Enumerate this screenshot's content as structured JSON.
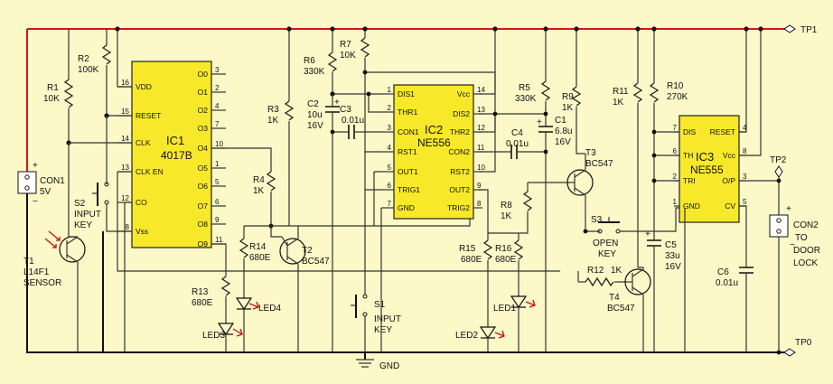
{
  "colors": {
    "background": "#fdf8c8",
    "ic_fill": "#f7e829",
    "vcc_rail": "#d01818",
    "wire": "#333333"
  },
  "ic1": {
    "name": "IC1",
    "part": "4017B",
    "left_pins": [
      [
        "16",
        "VDD"
      ],
      [
        "15",
        "RESET"
      ],
      [
        "14",
        "CLK"
      ],
      [
        "13",
        "CLK EN"
      ],
      [
        "12",
        "CO"
      ],
      [
        "8",
        "Vss"
      ]
    ],
    "right_pins": [
      [
        "3",
        "O0"
      ],
      [
        "2",
        "O1"
      ],
      [
        "4",
        "O2"
      ],
      [
        "7",
        "O3"
      ],
      [
        "10",
        "O4"
      ],
      [
        "1",
        "O5"
      ],
      [
        "5",
        "O6"
      ],
      [
        "6",
        "O7"
      ],
      [
        "9",
        "O8"
      ],
      [
        "11",
        "O9"
      ]
    ]
  },
  "ic2": {
    "name": "IC2",
    "part": "NE556",
    "left_pins": [
      [
        "1",
        "DIS1"
      ],
      [
        "2",
        "THR1"
      ],
      [
        "3",
        "CON1"
      ],
      [
        "4",
        "RST1"
      ],
      [
        "5",
        "OUT1"
      ],
      [
        "6",
        "TRIG1"
      ],
      [
        "7",
        "GND"
      ]
    ],
    "right_pins": [
      [
        "14",
        "Vcc"
      ],
      [
        "13",
        "DIS2"
      ],
      [
        "12",
        "THR2"
      ],
      [
        "11",
        "CON2"
      ],
      [
        "10",
        "RST2"
      ],
      [
        "9",
        "OUT2"
      ],
      [
        "8",
        "TRIG2"
      ]
    ]
  },
  "ic3": {
    "name": "IC3",
    "part": "NE555",
    "left_pins": [
      [
        "7",
        "DIS"
      ],
      [
        "6",
        "TH"
      ],
      [
        "2",
        "TRI"
      ],
      [
        "1",
        "GND"
      ]
    ],
    "right_pins": [
      [
        "4",
        "RESET"
      ],
      [
        "8",
        "Vcc"
      ],
      [
        "3",
        "O/P"
      ],
      [
        "5",
        "CV"
      ]
    ]
  },
  "resistors": {
    "r1": [
      "R1",
      "10K"
    ],
    "r2": [
      "R2",
      "100K"
    ],
    "r3": [
      "R3",
      "1K"
    ],
    "r4": [
      "R4",
      "1K"
    ],
    "r5": [
      "R5",
      "330K"
    ],
    "r6": [
      "R6",
      "330K"
    ],
    "r7": [
      "R7",
      "10K"
    ],
    "r8": [
      "R8",
      "1K"
    ],
    "r9": [
      "R9",
      "1K"
    ],
    "r10": [
      "R10",
      "270K"
    ],
    "r11": [
      "R11",
      "1K"
    ],
    "r12": [
      "R12",
      "1K"
    ],
    "r13": [
      "R13",
      "680E"
    ],
    "r14": [
      "R14",
      "680E"
    ],
    "r15": [
      "R15",
      "680E"
    ],
    "r16": [
      "R16",
      "680E"
    ]
  },
  "capacitors": {
    "c1": [
      "C1",
      "6.8u",
      "16V"
    ],
    "c2": [
      "C2",
      "10u",
      "16V"
    ],
    "c3": [
      "C3",
      "0.01u"
    ],
    "c4": [
      "C4",
      "0.01u"
    ],
    "c5": [
      "C5",
      "33u",
      "16V"
    ],
    "c6": [
      "C6",
      "0.01u"
    ]
  },
  "transistors": {
    "t1": [
      "T1",
      "L14F1",
      "SENSOR"
    ],
    "t2": [
      "T2",
      "BC547"
    ],
    "t3": [
      "T3",
      "BC547"
    ],
    "t4": [
      "T4",
      "BC547"
    ]
  },
  "switches": {
    "s1": [
      "S1",
      "INPUT",
      "KEY"
    ],
    "s2": [
      "S2",
      "INPUT",
      "KEY"
    ],
    "s3": [
      "S3",
      "OPEN",
      "KEY"
    ]
  },
  "leds": {
    "led1": "LED1",
    "led2": "LED2",
    "led3": "LED3",
    "led4": "LED4"
  },
  "connectors": {
    "con1": [
      "CON1",
      "5V"
    ],
    "con2": [
      "CON2",
      "TO",
      "DOOR",
      "LOCK"
    ]
  },
  "testpoints": {
    "tp0": "TP0",
    "tp1": "TP1",
    "tp2": "TP2"
  },
  "gnd_label": "GND",
  "polarity": {
    "plus": "+",
    "minus": "−"
  }
}
